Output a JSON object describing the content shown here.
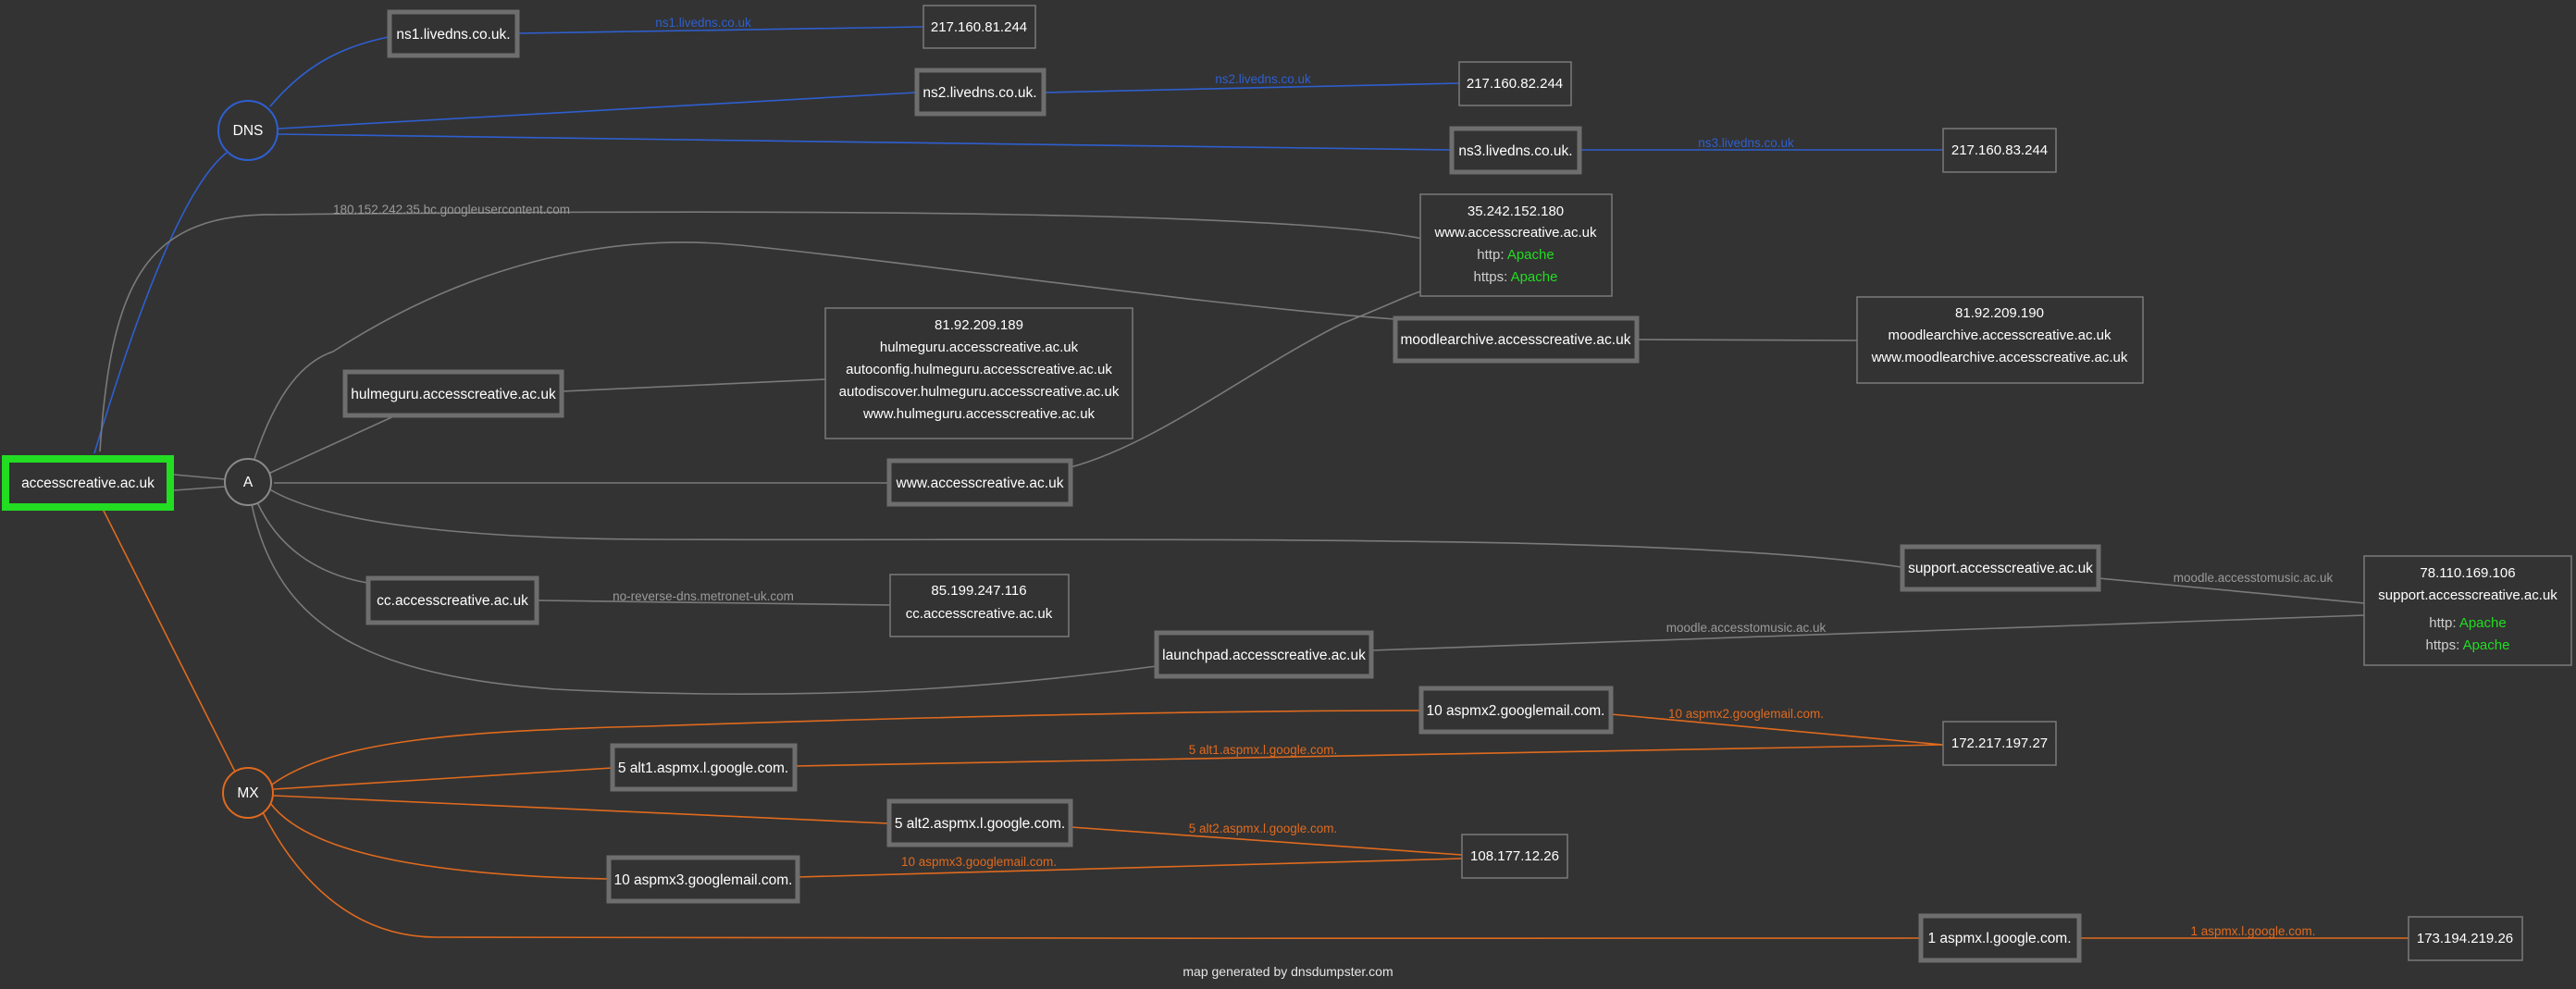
{
  "colors": {
    "background": "#333333",
    "dns_edge": "#2e5fd0",
    "a_edge": "#7a7a7a",
    "mx_edge": "#e06a1e",
    "root_border": "#22dd22",
    "box_border": "#6e6e6e",
    "service_ok": "#22dd22"
  },
  "root": {
    "label": "accesscreative.ac.uk"
  },
  "hubs": {
    "dns": "DNS",
    "a": "A",
    "mx": "MX"
  },
  "hosts": {
    "ns1": "ns1.livedns.co.uk.",
    "ns2": "ns2.livedns.co.uk.",
    "ns3": "ns3.livedns.co.uk.",
    "hulmeguru": "hulmeguru.accesscreative.ac.uk",
    "moodlearchive": "moodlearchive.accesscreative.ac.uk",
    "www": "www.accesscreative.ac.uk",
    "support": "support.accesscreative.ac.uk",
    "cc": "cc.accesscreative.ac.uk",
    "launchpad": "launchpad.accesscreative.ac.uk",
    "mx_aspmx2": "10 aspmx2.googlemail.com.",
    "mx_alt1": "5 alt1.aspmx.l.google.com.",
    "mx_alt2": "5 alt2.aspmx.l.google.com.",
    "mx_aspmx3": "10 aspmx3.googlemail.com.",
    "mx_aspmx": "1 aspmx.l.google.com."
  },
  "ips": {
    "ns1_ip": {
      "ip": "217.160.81.244"
    },
    "ns2_ip": {
      "ip": "217.160.82.244"
    },
    "ns3_ip": {
      "ip": "217.160.83.244"
    },
    "www_ip": {
      "ip": "35.242.152.180",
      "host": "www.accesscreative.ac.uk",
      "http_label": "http:",
      "http_value": "Apache",
      "https_label": "https:",
      "https_value": "Apache"
    },
    "moodle_ip": {
      "ip": "81.92.209.190",
      "host1": "moodlearchive.accesscreative.ac.uk",
      "host2": "www.moodlearchive.accesscreative.ac.uk"
    },
    "hulme_ip": {
      "ip": "81.92.209.189",
      "host1": "hulmeguru.accesscreative.ac.uk",
      "host2": "autoconfig.hulmeguru.accesscreative.ac.uk",
      "host3": "autodiscover.hulmeguru.accesscreative.ac.uk",
      "host4": "www.hulmeguru.accesscreative.ac.uk"
    },
    "cc_ip": {
      "ip": "85.199.247.116",
      "host": "cc.accesscreative.ac.uk"
    },
    "support_ip": {
      "ip": "78.110.169.106",
      "host": "support.accesscreative.ac.uk",
      "http_label": "http:",
      "http_value": "Apache",
      "https_label": "https:",
      "https_value": "Apache"
    },
    "mx1_ip": {
      "ip": "172.217.197.27"
    },
    "mx2_ip": {
      "ip": "108.177.12.26"
    },
    "mx3_ip": {
      "ip": "173.194.219.26"
    }
  },
  "edge_labels": {
    "ns1": "ns1.livedns.co.uk",
    "ns2": "ns2.livedns.co.uk",
    "ns3": "ns3.livedns.co.uk",
    "googleusercontent": "180.152.242.35.bc.googleusercontent.com",
    "cc_rdns": "no-reverse-dns.metronet-uk.com",
    "support_rdns": "moodle.accesstomusic.ac.uk",
    "launchpad_rdns": "moodle.accesstomusic.ac.uk",
    "mx_aspmx2": "10 aspmx2.googlemail.com.",
    "mx_alt1": "5 alt1.aspmx.l.google.com.",
    "mx_alt2": "5 alt2.aspmx.l.google.com.",
    "mx_aspmx3": "10 aspmx3.googlemail.com.",
    "mx_aspmx": "1 aspmx.l.google.com."
  },
  "footer": "map generated by dnsdumpster.com"
}
